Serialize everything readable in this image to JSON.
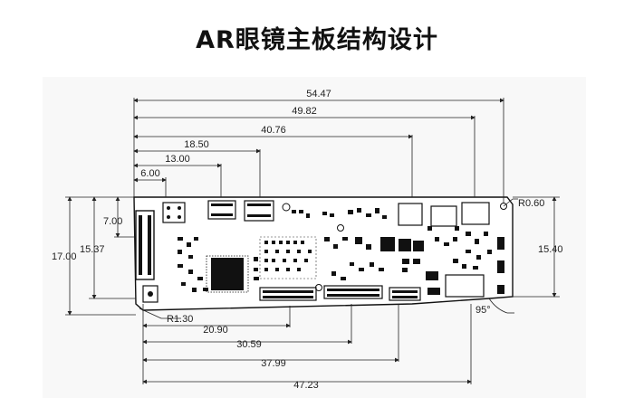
{
  "title": "AR眼镜主板结构设计",
  "top_dimensions": [
    "54.47",
    "49.82",
    "40.76",
    "18.50",
    "13.00",
    "6.00"
  ],
  "bottom_dimensions": [
    "20.90",
    "30.59",
    "37.99",
    "47.23"
  ],
  "left_dimensions": [
    "17.00",
    "15.37",
    "7.00"
  ],
  "right_dimensions": [
    "15.40"
  ],
  "radius_labels": [
    "R0.60",
    "R1.30"
  ],
  "angle_label": "95°"
}
